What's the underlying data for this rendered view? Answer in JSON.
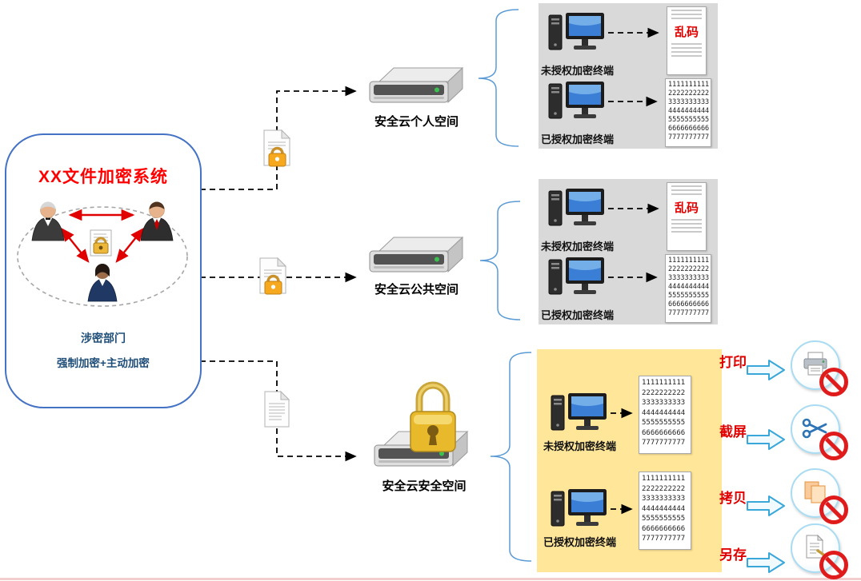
{
  "left_box": {
    "title": "XX文件加密系统",
    "dept_label": "涉密部门",
    "mode_label": "强制加密+主动加密"
  },
  "servers": {
    "personal_label": "安全云个人空间",
    "public_label": "安全云公共空间",
    "secure_label": "安全云安全空间"
  },
  "terminals": {
    "unauthorized_label": "未授权加密终端",
    "authorized_label": "已授权加密终端"
  },
  "documents": {
    "garbled_text": "乱码",
    "numbers_text": "1111111111\n2222222222\n3333333333\n4444444444\n5555555555\n6666666666\n7777777777"
  },
  "restrictions": {
    "print_label": "打印",
    "screenshot_label": "截屏",
    "copy_label": "拷贝",
    "saveas_label": "另存"
  },
  "colors": {
    "panel_gray": "#d9d9d9",
    "panel_yellow": "#ffe699",
    "accent_blue": "#4472c4",
    "brace_blue": "#5b9bd5",
    "title_red": "#ff0000",
    "label_blue": "#1f4e79",
    "restriction_red": "#e00000",
    "lock_orange": "#f6a81f",
    "padlock_gold": "#e9b92c",
    "prohibit_red": "#e01b1b"
  }
}
